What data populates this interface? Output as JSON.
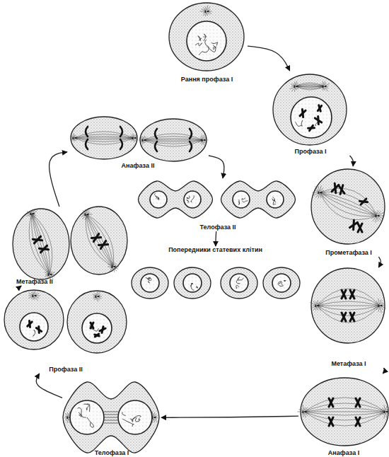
{
  "diagram": {
    "nodes": [
      {
        "text": [
          "Рання профаза I"
        ]
      },
      {
        "text": [
          "Профаза I"
        ]
      },
      {
        "text": [
          "Прометафаза I"
        ]
      },
      {
        "text": [
          "Метафаза I"
        ]
      },
      {
        "text": [
          "Анафаза I"
        ]
      },
      {
        "text": [
          "Телофаза I"
        ]
      },
      {
        "text": [
          "Профаза II"
        ]
      },
      {
        "text": [
          "Метафаза II"
        ]
      },
      {
        "text": [
          "Анафаза II"
        ]
      },
      {
        "text": [
          "Телофаза II"
        ]
      },
      {
        "text": [
          "Попередники статевих клітин"
        ]
      }
    ],
    "edges": [
      {
        "from": 0,
        "to": 1,
        "arrow": "to"
      },
      {
        "from": 1,
        "to": 2,
        "arrow": "to"
      },
      {
        "from": 2,
        "to": 3,
        "arrow": "to"
      },
      {
        "from": 3,
        "to": 4,
        "arrow": "to"
      },
      {
        "from": 4,
        "to": 5,
        "arrow": "to"
      },
      {
        "from": 5,
        "to": 6,
        "arrow": "to"
      },
      {
        "from": 6,
        "to": 7,
        "arrow": "to"
      },
      {
        "from": 7,
        "to": 8,
        "arrow": "to"
      },
      {
        "from": 8,
        "to": 9,
        "arrow": "to"
      },
      {
        "from": 9,
        "to": 10,
        "arrow": "to"
      }
    ]
  }
}
